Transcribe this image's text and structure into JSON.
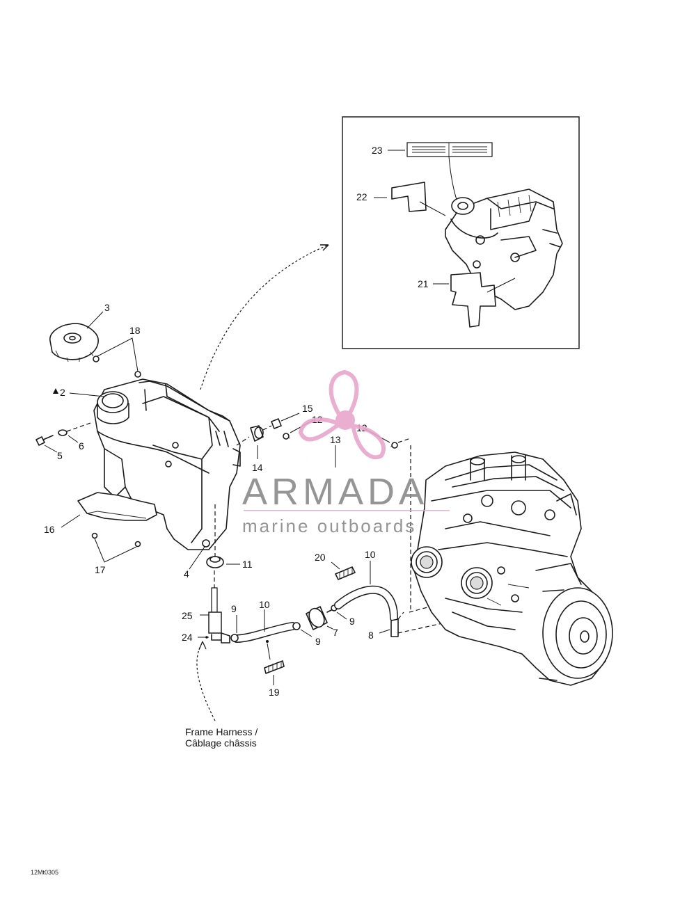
{
  "callouts": {
    "c2": "2",
    "c3": "3",
    "c4": "4",
    "c5": "5",
    "c6": "6",
    "c7": "7",
    "c8": "8",
    "c9a": "9",
    "c9b": "9",
    "c9c": "9",
    "c10a": "10",
    "c10b": "10",
    "c11": "11",
    "c12a": "12",
    "c12b": "12",
    "c13": "13",
    "c14": "14",
    "c15": "15",
    "c16": "16",
    "c17": "17",
    "c18": "18",
    "c19": "19",
    "c20": "20",
    "c21": "21",
    "c22": "22",
    "c23": "23",
    "c24": "24",
    "c25": "25"
  },
  "harness_label": {
    "line1": "Frame Harness /",
    "line2": "Câblage châssis"
  },
  "drawing_code": "12Mt0305",
  "watermark": {
    "brand": "ARMADA",
    "tagline": "marine outboards",
    "color_logo": "#e8a6cc",
    "color_text": "#8a8a8a"
  }
}
